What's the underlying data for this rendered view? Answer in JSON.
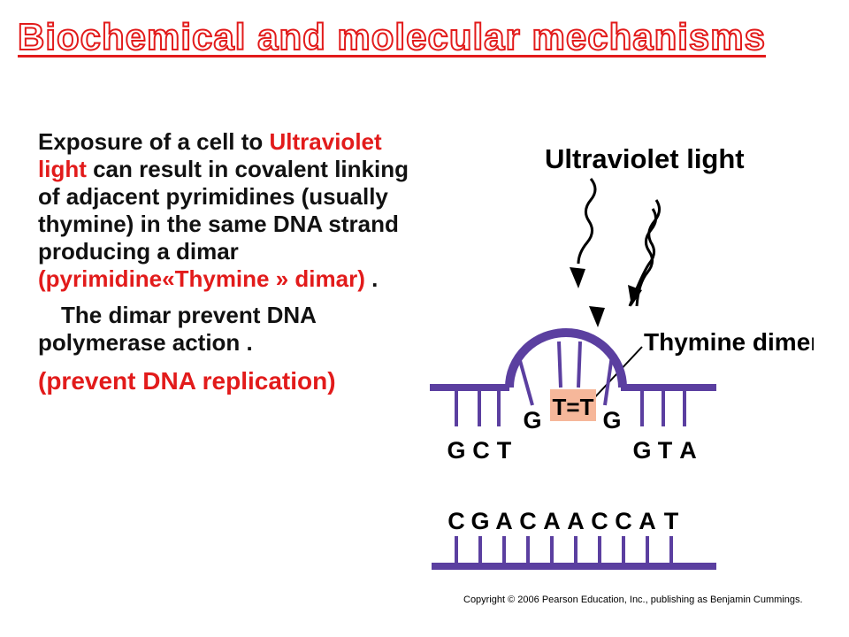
{
  "title": "Biochemical and molecular mechanisms",
  "paragraph1": {
    "t1": "Exposure of a cell to ",
    "uv": "Ultraviolet light",
    "t2": " can result in covalent linking of adjacent pyrimidines (usually thymine) in the same DNA strand producing a dimar ",
    "paren": "(pyrimidine«Thymine   » dimar)",
    "t3": " ."
  },
  "paragraph2": "The dimar prevent DNA polymerase action .",
  "paragraph3": "(prevent DNA replication)",
  "figure": {
    "uv_label": "Ultraviolet light",
    "dimer_label": "Thymine dimer",
    "dimer_text": "T=T",
    "top_left_bases": [
      "G",
      "C",
      "T"
    ],
    "loop_left_base": "G",
    "loop_right_base": "G",
    "top_right_bases": [
      "G",
      "T",
      "A"
    ],
    "bottom_bases": [
      "C",
      "G",
      "A",
      "C",
      "A",
      "A",
      "C",
      "C",
      "A",
      "T"
    ],
    "copyright": "Copyright © 2006 Pearson Education, Inc., publishing as Benjamin Cummings.",
    "colors": {
      "backbone": "#5b3fa0",
      "dimer_fill": "#f6b79a",
      "arrow": "#000000"
    }
  }
}
